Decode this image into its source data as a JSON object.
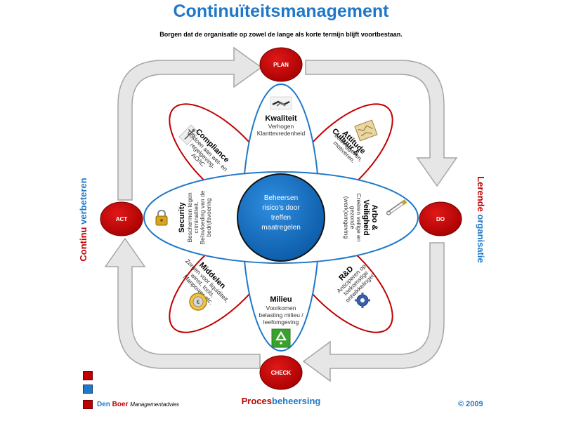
{
  "title": "Continuïteitsmanagement",
  "subtitle": "Borgen dat de organisatie op zowel de lange als korte termijn blijft voortbestaan.",
  "cycle": {
    "plan": "PLAN",
    "do": "DO",
    "check": "CHECK",
    "act": "ACT"
  },
  "center": {
    "line1": "Beheersen",
    "line2": "risico’s door",
    "line3": "treffen",
    "line4": "maatregelen"
  },
  "petals": {
    "kwaliteit": {
      "title": "Kwaliteit",
      "line1": "Verhogen",
      "line2": "Klanttevredenheid"
    },
    "milieu": {
      "title": "Milieu",
      "line1": "Voorkomen",
      "line2": "belasting milieu /",
      "line3": "leefomgeving"
    },
    "security": {
      "title": "Security",
      "line1": "Beschermen tegen",
      "line2": "criminaliteit.",
      "line3": "Beïnvloeding van de",
      "line4": "bedrijfsvoering"
    },
    "arbo": {
      "title1": "Arbo &",
      "title2": "Veiligheid",
      "line1": "Creëren veilige en",
      "line2": "gezonde",
      "line3": "(werk)omgeving"
    },
    "compliance": {
      "title": "Compliance",
      "line1": "Voldoen aan wet- en",
      "line2": "regelgeving,",
      "line3": "AO/IC"
    },
    "cultuur": {
      "title1": "Cultuur &",
      "title2": "Attitude",
      "line1": "Leidinggeven,",
      "line2": "motiveren."
    },
    "middelen": {
      "title": "Middelen",
      "line1": "Zorgen voor liquiditeit,",
      "line2": "winst, tools,",
      "line3": "Manpower etc."
    },
    "rd": {
      "title": "R&D",
      "line1": "Anticiperen op",
      "line2": "toekomstige",
      "line3": "ontwikkelingen"
    }
  },
  "side_left": {
    "part1": "Continu ",
    "part2": "verbeteren"
  },
  "side_right": {
    "part1": "Lerende ",
    "part2": "organisatie"
  },
  "bottom": {
    "part1": "Proces",
    "part2": "beheersing"
  },
  "brand": {
    "part1": "Den ",
    "part2": "Boer ",
    "part3": "Managementadvies"
  },
  "copyright": "© 2009",
  "colors": {
    "blue": "#1f78c8",
    "dark_blue": "#0f5ea8",
    "red": "#c00000",
    "arrow_fill": "#e6e6e6",
    "arrow_stroke": "#a6a6a6"
  },
  "icons": {
    "kwaliteit": "handshake-icon",
    "milieu": "recycle-icon",
    "security": "padlock-icon",
    "arbo": "safety-pin-icon",
    "compliance": "justice-statue-icon",
    "cultuur": "map-icon",
    "middelen": "euro-coin-icon",
    "rd": "gear-icon"
  }
}
